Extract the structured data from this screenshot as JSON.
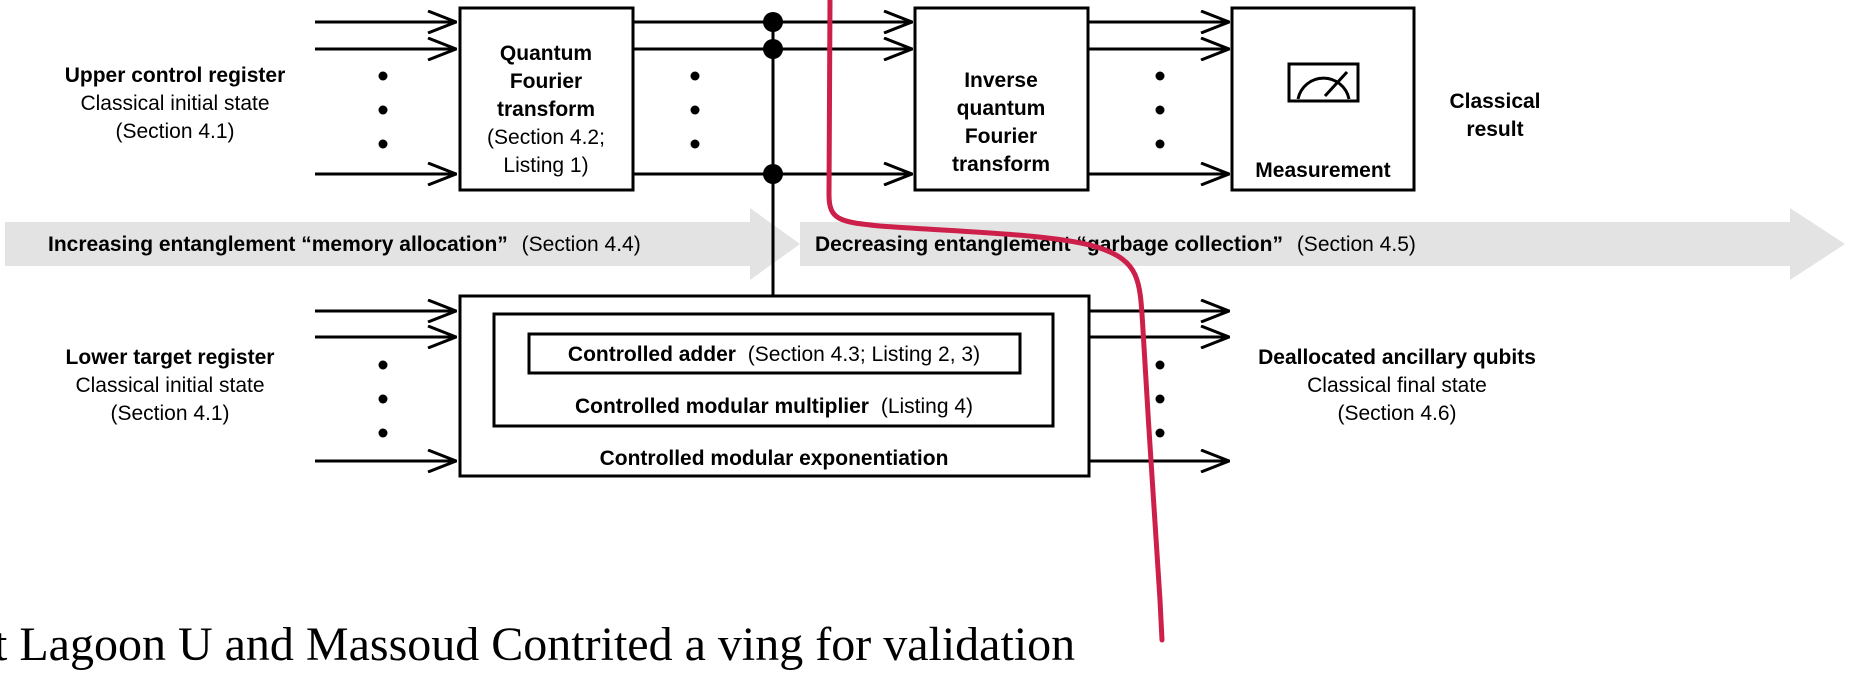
{
  "upper_register": {
    "title": "Upper control register",
    "state": "Classical initial state",
    "section": "(Section 4.1)"
  },
  "qft": {
    "line1": "Quantum",
    "line2": "Fourier",
    "line3": "transform",
    "ref1": "(Section 4.2;",
    "ref2": "Listing 1)"
  },
  "iqft": {
    "line1": "Inverse",
    "line2": "quantum",
    "line3": "Fourier",
    "line4": "transform"
  },
  "measurement": {
    "label": "Measurement",
    "icon": "gauge-meter-icon"
  },
  "classical_result": {
    "line1": "Classical",
    "line2": "result"
  },
  "band_left": {
    "bold": "Increasing entanglement “memory allocation”",
    "ref": "(Section 4.4)"
  },
  "band_right": {
    "bold": "Decreasing entanglement “garbage collection”",
    "ref": "(Section 4.5)"
  },
  "lower_register": {
    "title": "Lower target register",
    "state": "Classical initial state",
    "section": "(Section 4.1)"
  },
  "adder": {
    "bold": "Controlled adder",
    "ref": "(Section 4.3; Listing 2, 3)"
  },
  "multiplier": {
    "bold": "Controlled modular multiplier",
    "ref": "(Listing 4)"
  },
  "exponentiation": {
    "label": "Controlled modular exponentiation"
  },
  "ancillary": {
    "title": "Deallocated ancillary qubits",
    "state": "Classical final state",
    "section": "(Section 4.6)"
  },
  "footer_text": "t    Lagoon    U    and Massoud Contrited    a ving    for validation",
  "colors": {
    "band": "#e3e3e3",
    "annotation": "#cc1f4a",
    "line": "#000000"
  }
}
